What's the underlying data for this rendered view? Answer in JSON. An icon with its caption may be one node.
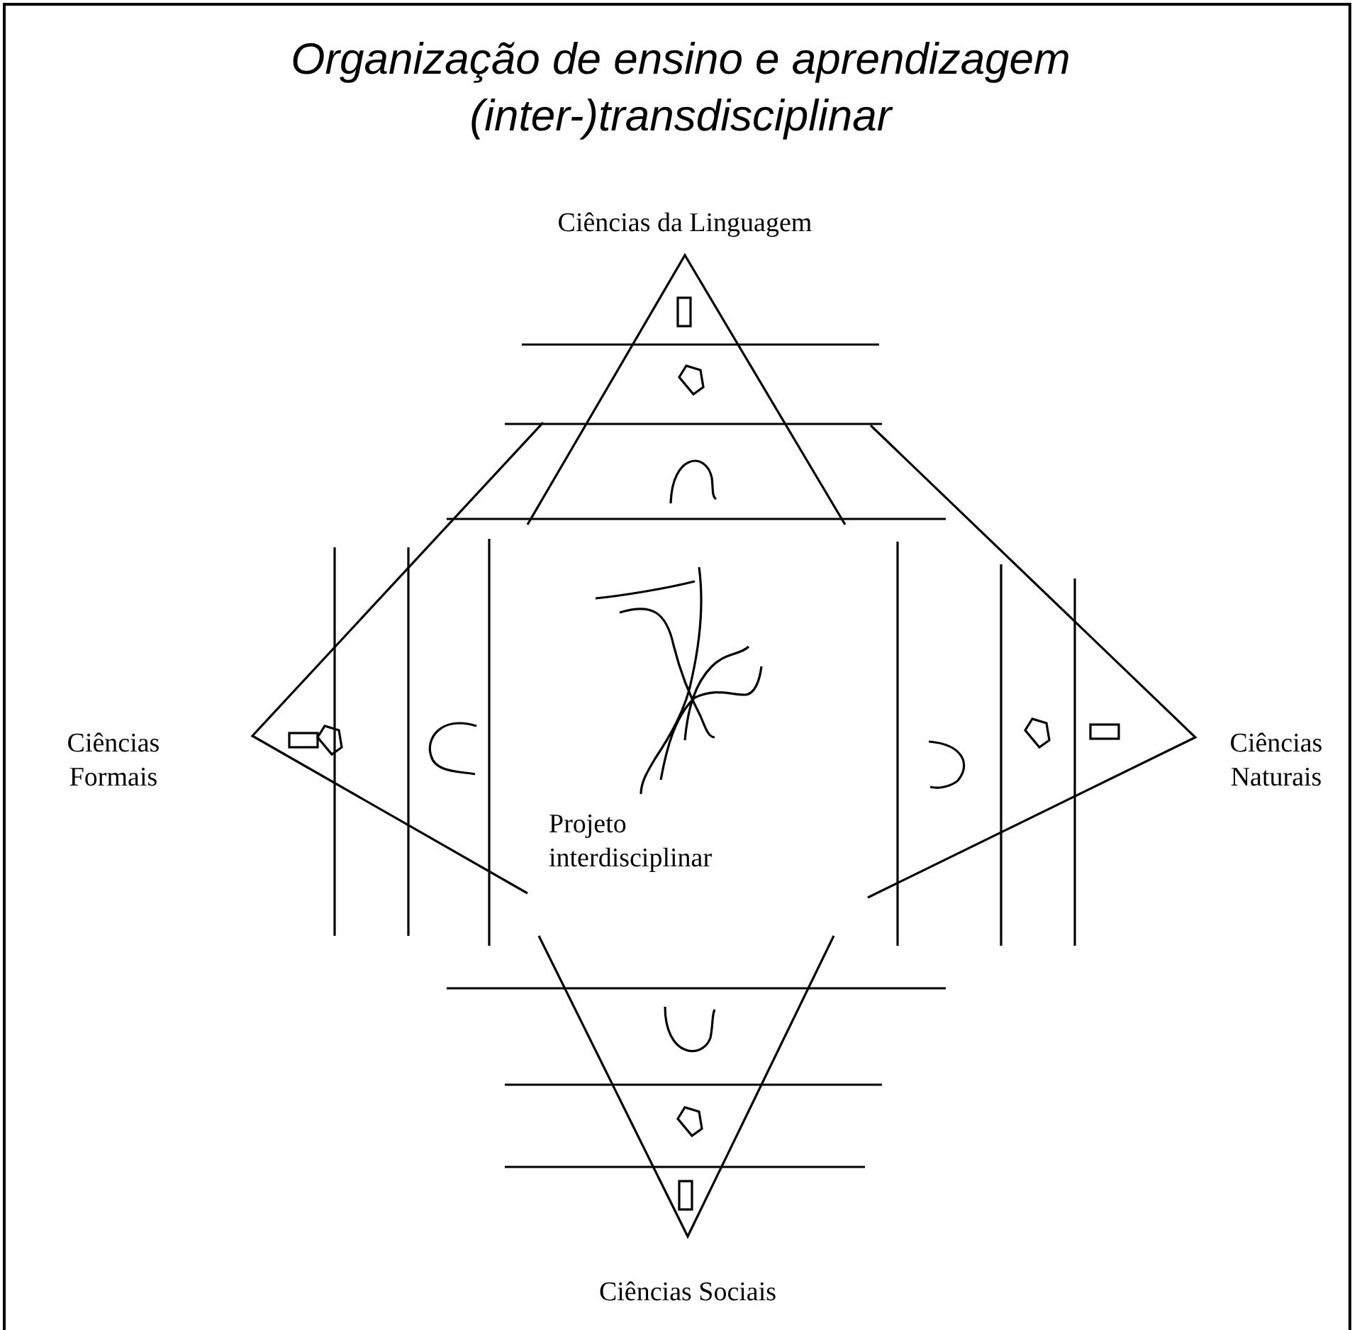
{
  "diagram": {
    "title": "Organização de ensino e aprendizagem (inter-)transdisciplinar",
    "labels": [
      "Ciências da Linguagem",
      "Ciências Formais",
      "Ciências Naturais",
      "Projeto interdisciplinar",
      "Ciências Sociais"
    ]
  }
}
